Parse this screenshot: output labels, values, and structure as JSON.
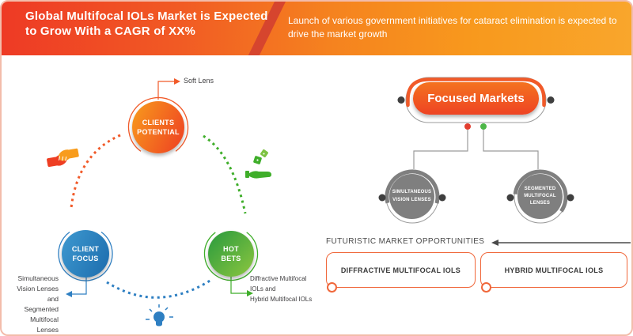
{
  "banner": {
    "title": "Global Multifocal IOLs Market is Expected to Grow With a CAGR of XX%",
    "subtitle": "Launch of various government initiatives for cataract elimination is expected to drive the market growth"
  },
  "cycle": {
    "nodes": [
      {
        "id": "clients-potential",
        "label": "CLIENTS\nPOTENTIAL",
        "callout": "Soft Lens",
        "color": "#f15a29"
      },
      {
        "id": "client-focus",
        "label": "CLIENT\nFOCUS",
        "callout": "Simultaneous\nVision Lenses\nand\nSegmented\nMultifocal\nLenses",
        "color": "#2e7fc2"
      },
      {
        "id": "hot-bets",
        "label": "HOT\nBETS",
        "callout": "Diffractive Multifocal\nIOLs and\nHybrid Multifocal IOLs",
        "color": "#3fae2a"
      }
    ],
    "icons": [
      "handshake-icon",
      "money-in-hand-icon",
      "lightbulb-icon"
    ]
  },
  "focused_markets": {
    "title": "Focused Markets",
    "accent": "#f15a29",
    "marker_colors": [
      "#e23d2e",
      "#4db748"
    ],
    "children": [
      {
        "label": "SIMULTANEOUS\nVISION LENSES"
      },
      {
        "label": "SEGMENTED\nMULTIFOCAL\nLENSES"
      }
    ]
  },
  "opportunities": {
    "heading": "FUTURISTIC MARKET OPPORTUNITIES",
    "items": [
      {
        "label": "DIFFRACTIVE MULTIFOCAL IOLS"
      },
      {
        "label": "HYBRID MULTIFOCAL IOLS"
      }
    ]
  },
  "colors": {
    "banner_gradient_start": "#ee3a25",
    "banner_gradient_end": "#f9a62c",
    "page_border": "#f3bcab",
    "gray_node": "#7f7f7f"
  }
}
